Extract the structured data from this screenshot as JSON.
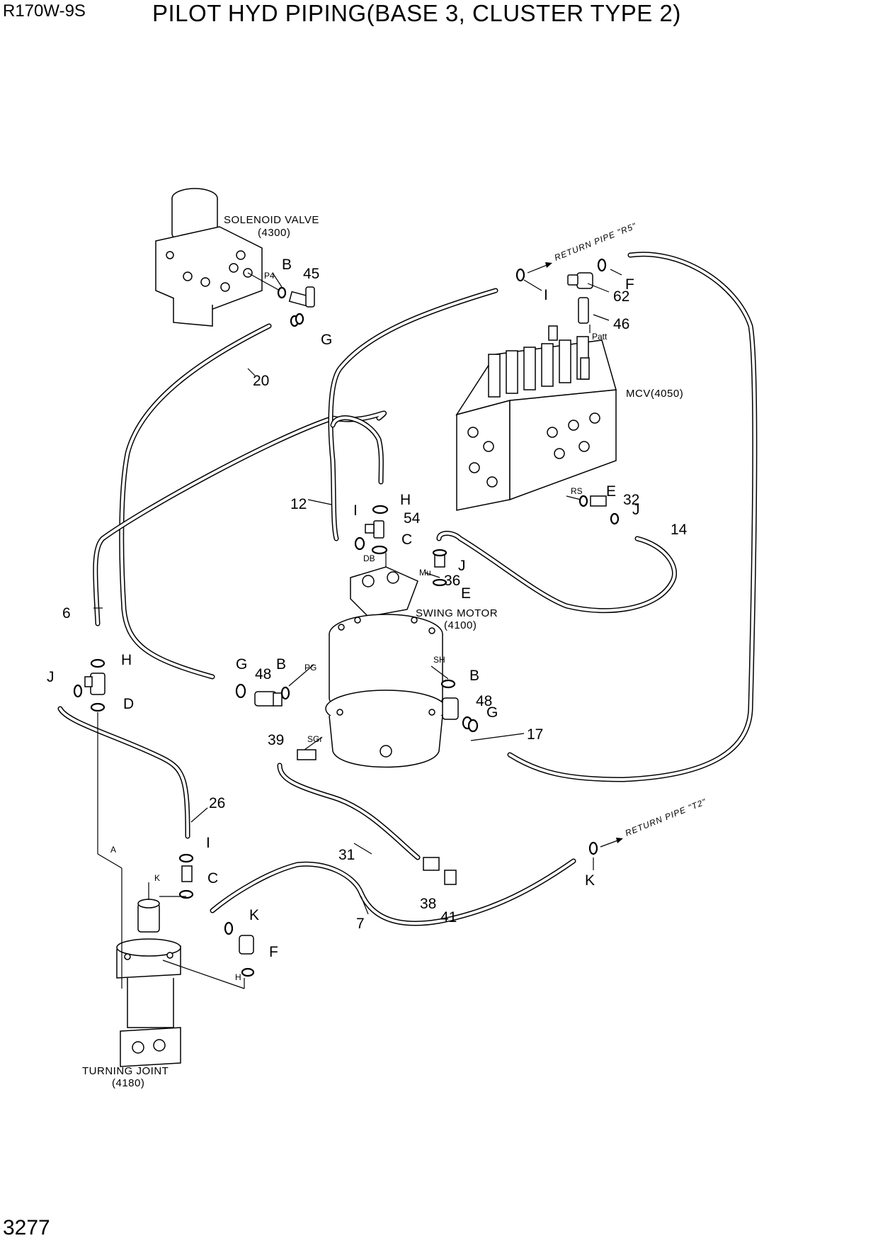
{
  "header": {
    "model": "R170W-9S",
    "title": "PILOT HYD PIPING(BASE 3, CLUSTER TYPE 2)"
  },
  "footer": {
    "page_number": "3277"
  },
  "components": {
    "solenoid_valve": {
      "name": "SOLENOID VALVE",
      "code": "(4300)"
    },
    "mcv": {
      "name": "MCV(4050)"
    },
    "swing_motor": {
      "name": "SWING MOTOR",
      "code": "(4100)"
    },
    "turning_joint": {
      "name": "TURNING JOINT",
      "code": "(4180)"
    }
  },
  "return_labels": {
    "r5": "RETURN PIPE \"R5\"",
    "t2": "RETURN PIPE \"T2\""
  },
  "port_labels": {
    "p4": "P4",
    "patt": "Patt",
    "rs": "RS",
    "db": "DB",
    "mu": "Mu",
    "pg": "PG",
    "sh": "SH",
    "sgr": "SGr",
    "a": "A",
    "k": "K",
    "h": "H"
  },
  "part_numbers": {
    "p45": "45",
    "p20": "20",
    "p62": "62",
    "p46": "46",
    "p12": "12",
    "p54": "54",
    "p32": "32",
    "p14": "14",
    "p36": "36",
    "p6": "6",
    "p48a": "48",
    "p48b": "48",
    "p17": "17",
    "p39": "39",
    "p26": "26",
    "p31": "31",
    "p38": "38",
    "p41": "41",
    "p7": "7"
  },
  "letters": {
    "b1": "B",
    "g1": "G",
    "i1": "I",
    "f1": "F",
    "e1": "E",
    "j1": "J",
    "i2": "I",
    "h1": "H",
    "c1": "C",
    "j2": "J",
    "e2": "E",
    "h2": "H",
    "j3": "J",
    "d1": "D",
    "g2": "G",
    "b2": "B",
    "b3": "B",
    "g3": "G",
    "i3": "I",
    "c2": "C",
    "k1": "K",
    "k2": "K",
    "f2": "F"
  }
}
